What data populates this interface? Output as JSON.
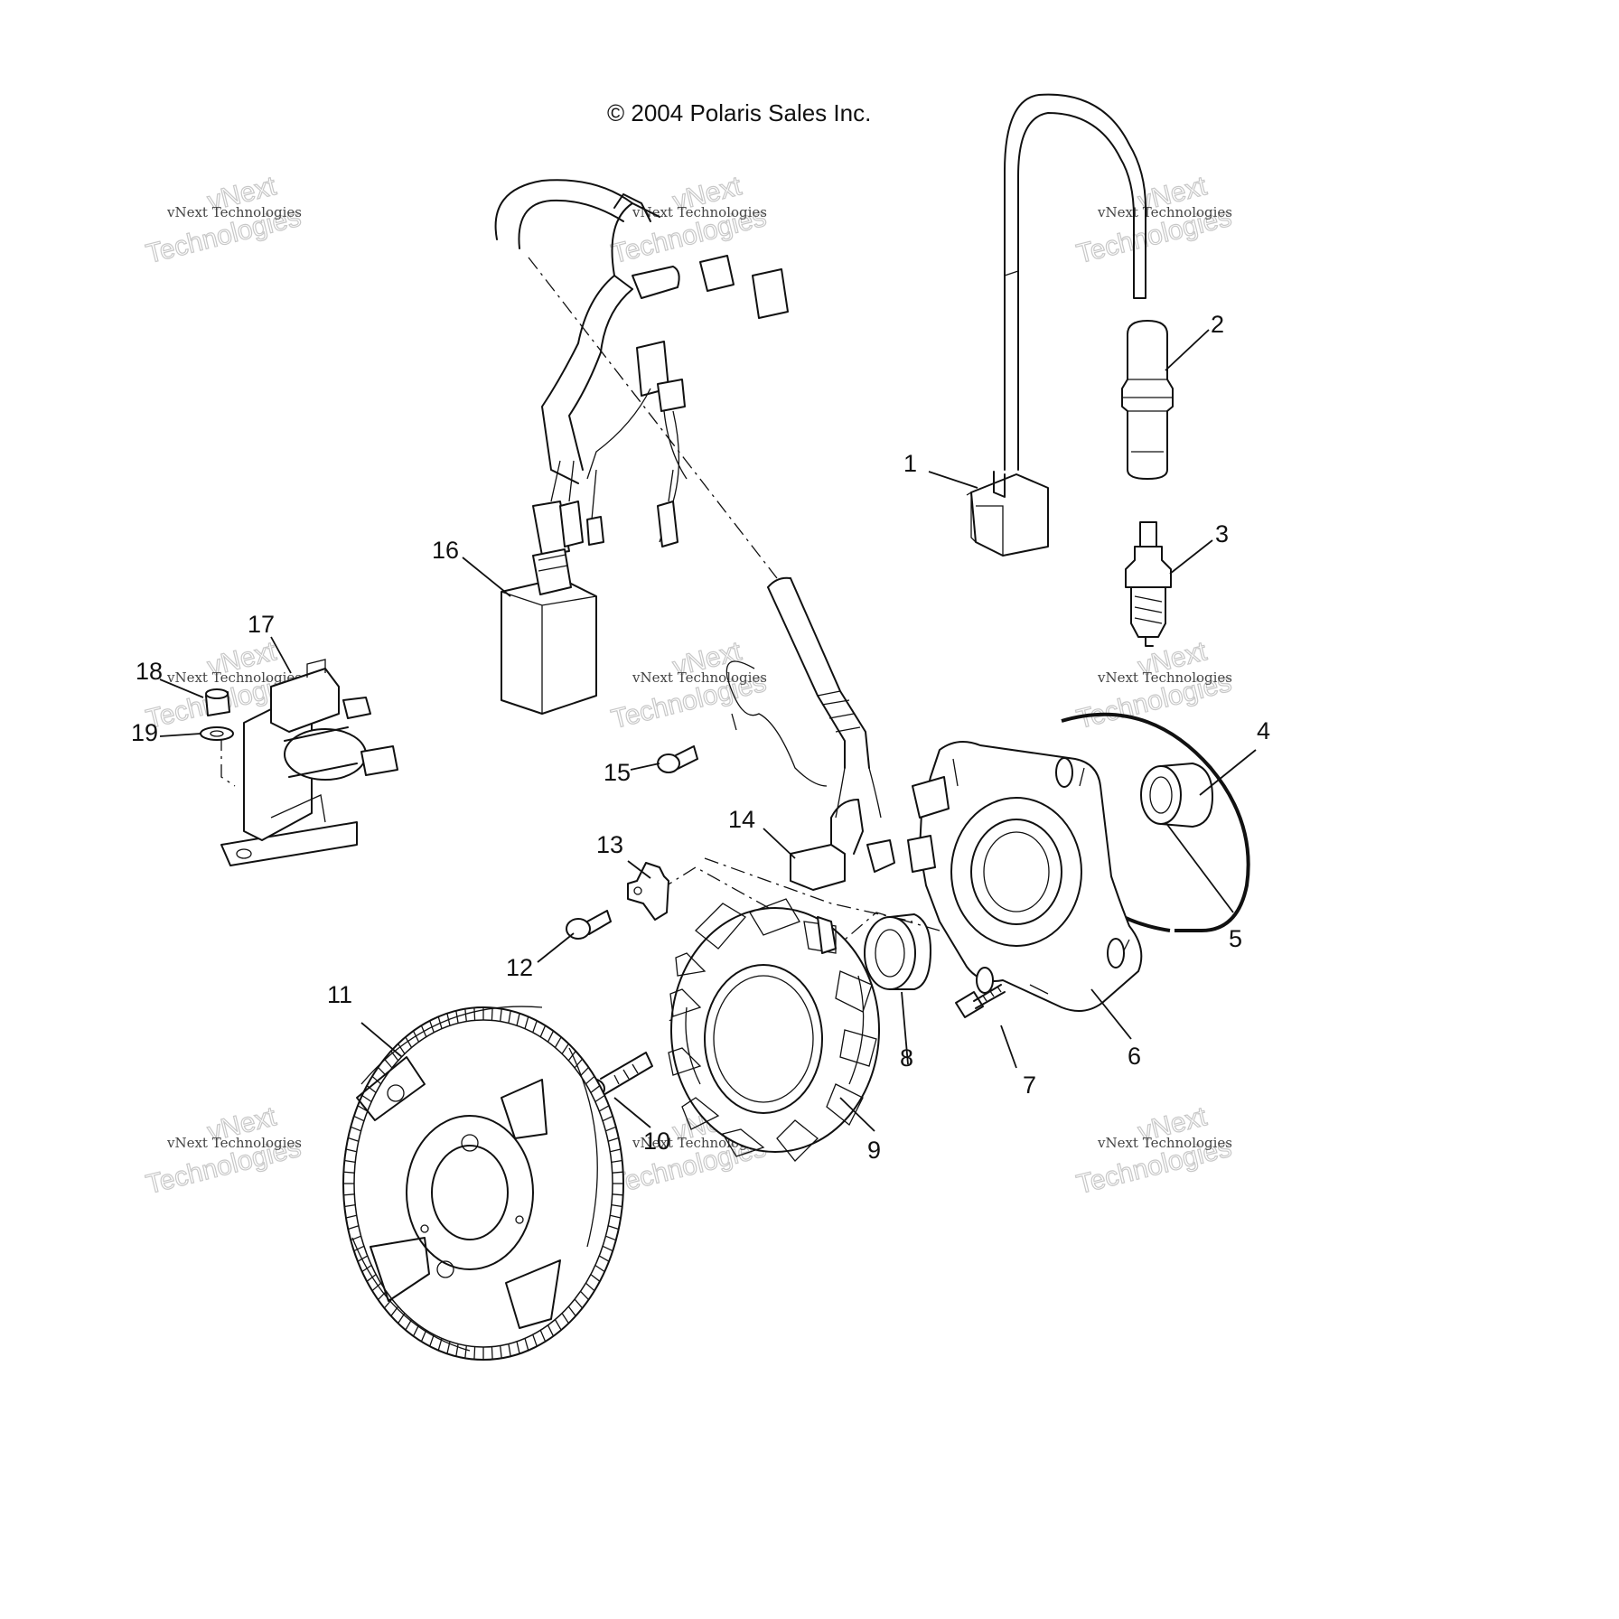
{
  "copyright": "© 2004 Polaris Sales Inc.",
  "watermark": {
    "line_small": "vNext Technologies",
    "line_big_top": "vNext",
    "line_big_bottom": "Technologies"
  },
  "callouts": [
    "1",
    "2",
    "3",
    "4",
    "5",
    "6",
    "7",
    "8",
    "9",
    "10",
    "11",
    "12",
    "13",
    "14",
    "15",
    "16",
    "17",
    "18",
    "19"
  ]
}
